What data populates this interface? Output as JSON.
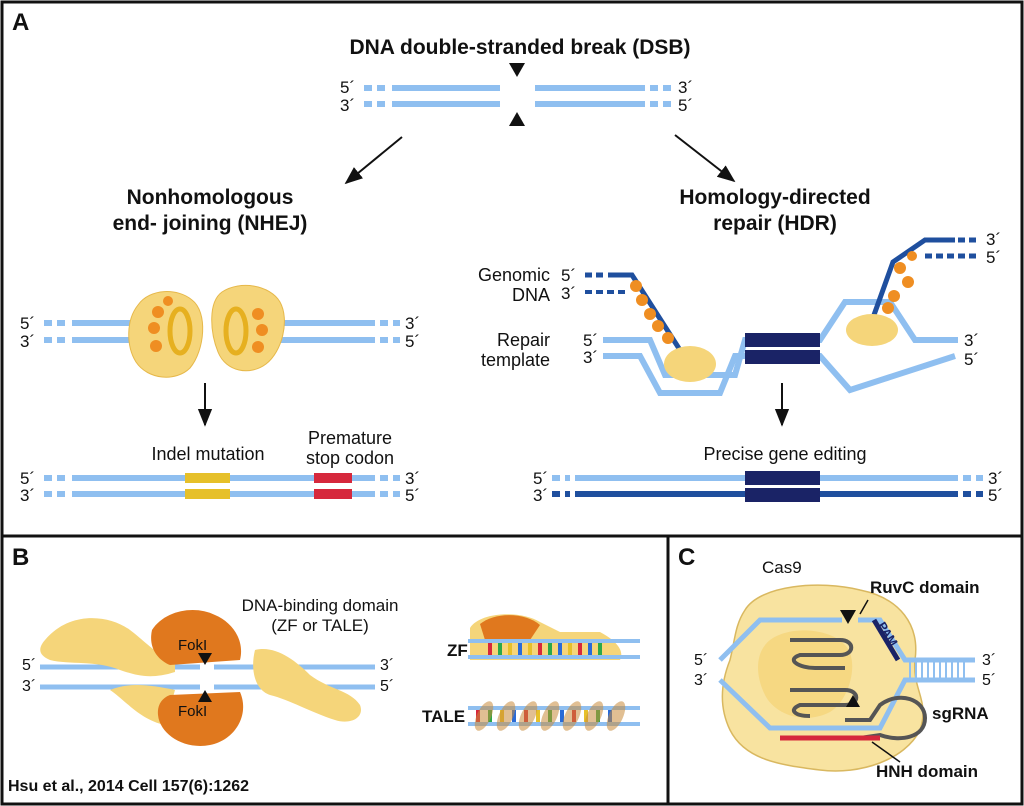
{
  "panels": {
    "a": "A",
    "b": "B",
    "c": "C"
  },
  "colors": {
    "light_dna": "#8fbff0",
    "dark_dna": "#1f4f9e",
    "navy": "#1a2366",
    "protein": "#f5d57a",
    "fokl": "#e0781e",
    "indel": "#e6c02a",
    "stop": "#d6283c",
    "bead": "#ef8e22",
    "sgrna": "#555555"
  },
  "panel_a": {
    "title": "DNA double-stranded break (DSB)",
    "dsb_ends": {
      "top_left": "5´",
      "top_right": "3´",
      "bottom_left": "3´",
      "bottom_right": "5´"
    },
    "nhej": {
      "title_line1": "Nonhomologous",
      "title_line2": "end- joining (NHEJ)",
      "ends": {
        "top_left": "5´",
        "top_right": "3´",
        "bottom_left": "3´",
        "bottom_right": "5´"
      },
      "indel_label": "Indel mutation",
      "stop_label_line1": "Premature",
      "stop_label_line2": "stop codon",
      "result_ends": {
        "top_left": "5´",
        "top_right": "3´",
        "bottom_left": "3´",
        "bottom_right": "5´"
      }
    },
    "hdr": {
      "title_line1": "Homology-directed",
      "title_line2": "repair (HDR)",
      "genomic_label_line1": "Genomic",
      "genomic_label_line2": "DNA",
      "genomic_ends": {
        "top": "5´",
        "bottom": "3´",
        "right_top": "3´",
        "right_bottom": "5´"
      },
      "template_label_line1": "Repair",
      "template_label_line2": "template",
      "template_ends": {
        "top_left": "5´",
        "bottom_left": "3´",
        "top_right": "3´",
        "bottom_right": "5´"
      },
      "result_label": "Precise gene editing",
      "result_ends": {
        "top_left": "5´",
        "top_right": "3´",
        "bottom_left": "3´",
        "bottom_right": "5´"
      }
    }
  },
  "panel_b": {
    "domain_label_line1": "DNA-binding domain",
    "domain_label_line2": "(ZF or TALE)",
    "fokl_top": "FokI",
    "fokl_bottom": "FokI",
    "ends": {
      "top_left": "5´",
      "top_right": "3´",
      "bottom_left": "3´",
      "bottom_right": "5´"
    },
    "zf_label": "ZF",
    "tale_label": "TALE",
    "citation": "Hsu et al., 2014 Cell 157(6):1262"
  },
  "panel_c": {
    "cas9_label": "Cas9",
    "ruvc_label": "RuvC domain",
    "pam_label": "PAM",
    "sgrna_label": "sgRNA",
    "hnh_label": "HNH domain",
    "ends": {
      "top_left": "5´",
      "top_right": "3´",
      "bottom_left": "3´",
      "bottom_right": "5´"
    }
  }
}
